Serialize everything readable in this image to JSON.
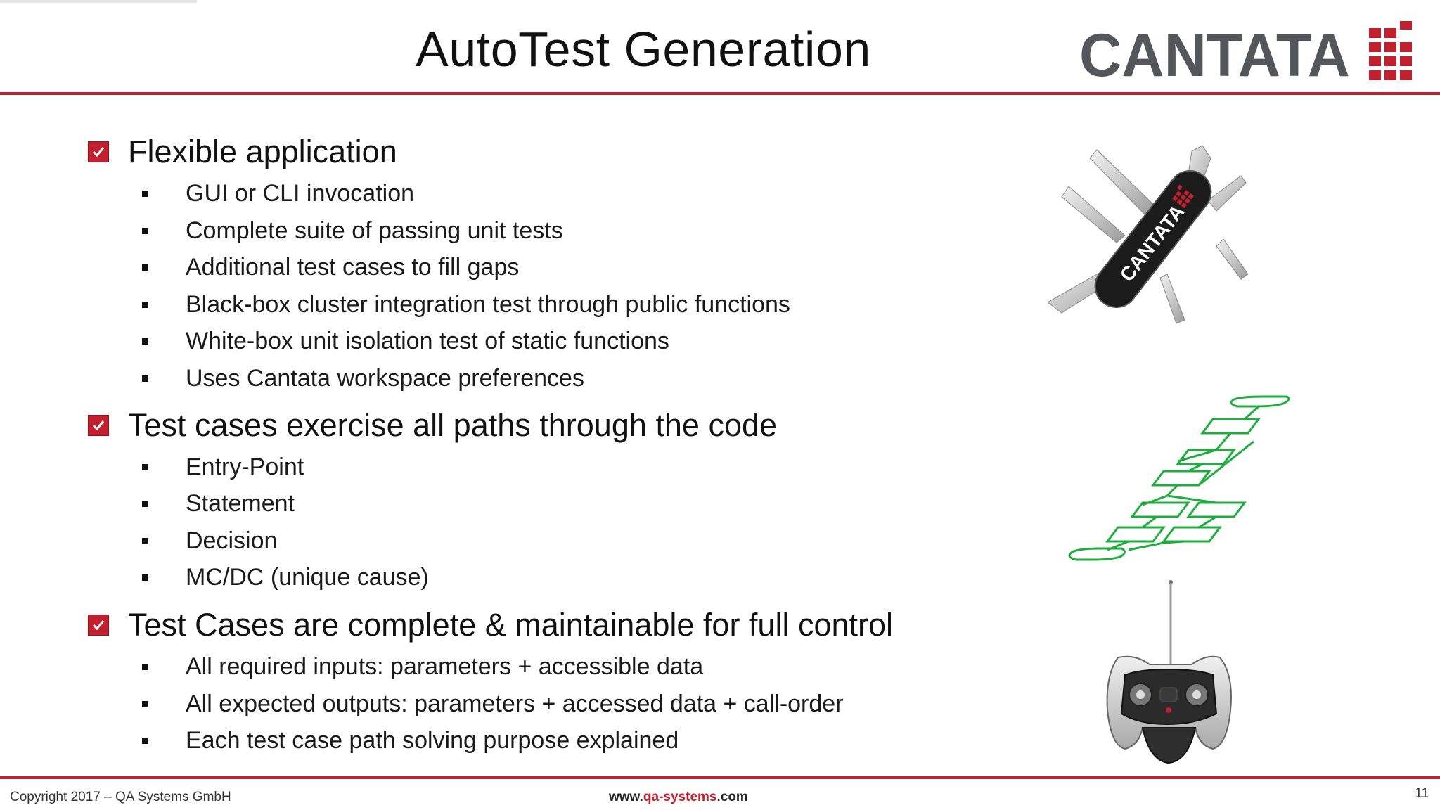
{
  "slide": {
    "title": "AutoTest Generation",
    "logo_text": "CANTATA",
    "brand_color": "#c2202e",
    "flow_color": "#1fae3e"
  },
  "sections": [
    {
      "icon": "checkbox-checked-icon",
      "title": "Flexible application",
      "bullets": [
        "GUI or CLI invocation",
        "Complete suite of passing unit tests",
        "Additional test cases to fill gaps",
        "Black-box cluster integration test through public functions",
        "White-box unit isolation test of static functions",
        "Uses Cantata workspace preferences"
      ]
    },
    {
      "icon": "checkbox-checked-icon",
      "title": "Test cases exercise all paths through the code",
      "bullets": [
        "Entry-Point",
        "Statement",
        "Decision",
        "MC/DC (unique cause)"
      ]
    },
    {
      "icon": "checkbox-checked-icon",
      "title": "Test Cases are complete & maintainable for full control",
      "bullets": [
        "All required inputs: parameters + accessible data",
        "All expected outputs: parameters + accessed data + call-order",
        "Each test case path solving purpose explained"
      ]
    }
  ],
  "illustrations": {
    "knife_label": "CANTATA",
    "knife_icon": "swiss-army-knife-icon",
    "flow_icon": "flowchart-icon",
    "remote_icon": "remote-control-icon"
  },
  "footer": {
    "copyright": "Copyright 2017 – QA Systems GmbH",
    "url_prefix": "www.",
    "url_accent": "qa-systems",
    "url_suffix": ".com",
    "page_number": "11"
  }
}
